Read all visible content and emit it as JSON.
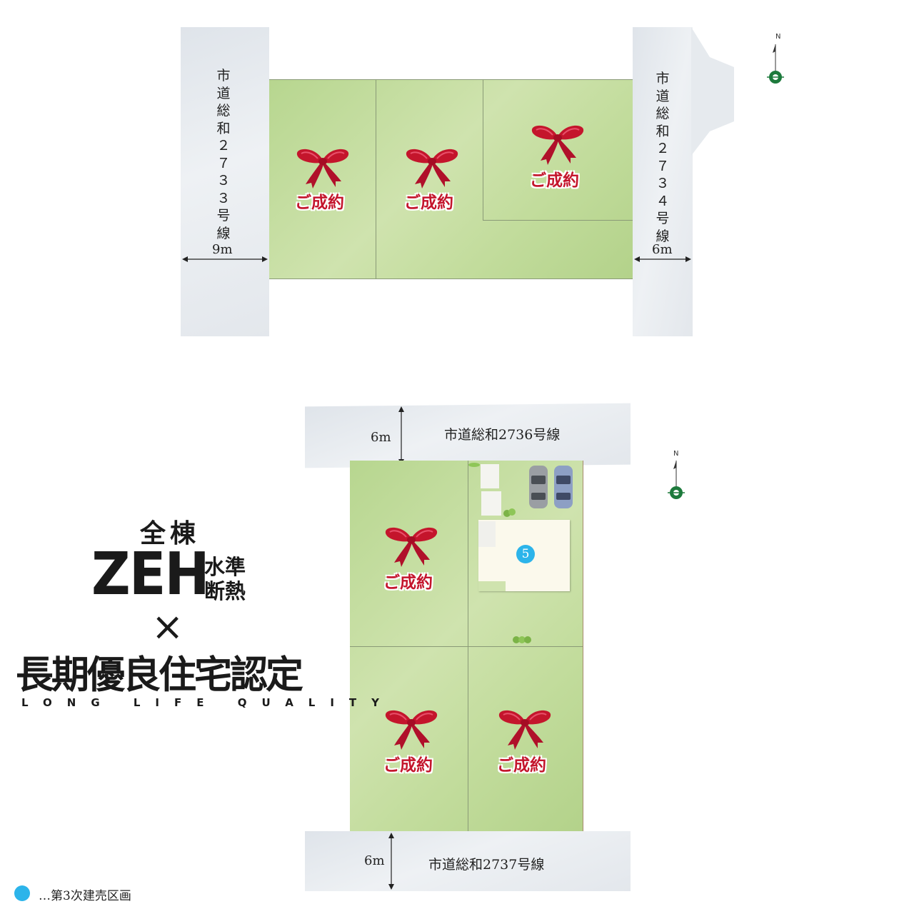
{
  "top_map": {
    "roads": {
      "west": {
        "name": "市道総和\n２\n７\n３\n３号線",
        "width": "9m"
      },
      "east": {
        "name": "市道総和\n２\n７\n３\n４号線",
        "width": "6m"
      }
    },
    "lots": [
      {
        "status": "ご成約"
      },
      {
        "status": "ご成約"
      },
      {
        "status": "ご成約"
      }
    ],
    "north_label": "N"
  },
  "bottom_map": {
    "roads": {
      "north": {
        "name": "市道総和2736号線",
        "width": "6m"
      },
      "south": {
        "name": "市道総和2737号線",
        "width": "6m"
      }
    },
    "lots": [
      {
        "status": "ご成約"
      },
      {
        "number": "5"
      },
      {
        "status": "ご成約"
      },
      {
        "status": "ご成約"
      }
    ],
    "north_label": "N"
  },
  "promo": {
    "line1": "全棟",
    "zeh": "ZEH",
    "zeh_sub1": "水準",
    "zeh_sub2": "断熱",
    "times": "×",
    "certification": "長期優良住宅認定",
    "tagline": "LONG LIFE QUALITY"
  },
  "legend": {
    "marker_color": "#2cb4ea",
    "text": "…第3次建売区画"
  },
  "colors": {
    "sold": "#c4152c",
    "lot_green": "#c2dc9c",
    "road_gray": "#e3e7ec",
    "lot_marker": "#2cb4ea"
  }
}
